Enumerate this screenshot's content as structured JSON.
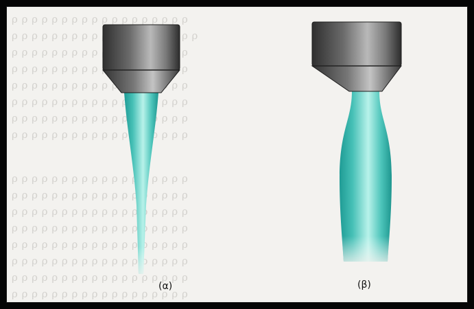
{
  "figure": {
    "label_a": "(α)",
    "label_b": "(β)"
  },
  "colors": {
    "page_border": "#050505",
    "paper": "#f3f2ef",
    "nozzle_dark": "#3e3e3e",
    "nozzle_light": "#bdbdbd",
    "stream_dark": "#2aa6a0",
    "stream_light": "#a8ece4",
    "watermark_text": "#b9b7b3"
  },
  "icons": {
    "left_nozzle": "nozzle-icon",
    "right_nozzle": "nozzle-icon",
    "left_stream": "thinning-jet-stream",
    "right_stream": "swelling-jet-stream"
  }
}
